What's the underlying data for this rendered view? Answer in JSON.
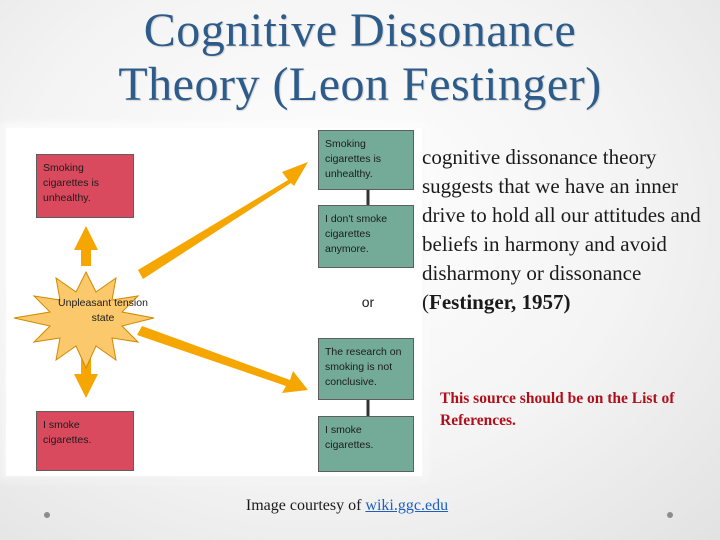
{
  "title": {
    "line1": "Cognitive Dissonance",
    "line2": "Theory (Leon Festinger)"
  },
  "diagram": {
    "left_top_box": "Smoking cigarettes is unhealthy.",
    "left_bottom_box": "I smoke cigarettes.",
    "star_label": "Unpleasant tension state",
    "right_box_1": "Smoking cigarettes is unhealthy.",
    "right_box_2": "I don't smoke cigarettes anymore.",
    "or_label": "or",
    "right_box_3": "The research on smoking is not conclusive.",
    "right_box_4": "I smoke cigarettes.",
    "colors": {
      "red_box": "#d94a5e",
      "green_box": "#73aa98",
      "arrow": "#f5a600",
      "star": "#fbc96b"
    }
  },
  "body": {
    "text_main": "cognitive dissonance theory suggests that we have an inner drive to hold all our attitudes and beliefs in harmony and avoid disharmony or dissonance (",
    "text_citation": "Festinger, 1957)"
  },
  "note": "This source should be on the List of References.",
  "caption": {
    "prefix": "Image courtesy of ",
    "link_text": "wiki.ggc.edu"
  },
  "colors": {
    "title": "#2e5c8a",
    "note": "#b0101c",
    "link": "#1f5fbf"
  }
}
